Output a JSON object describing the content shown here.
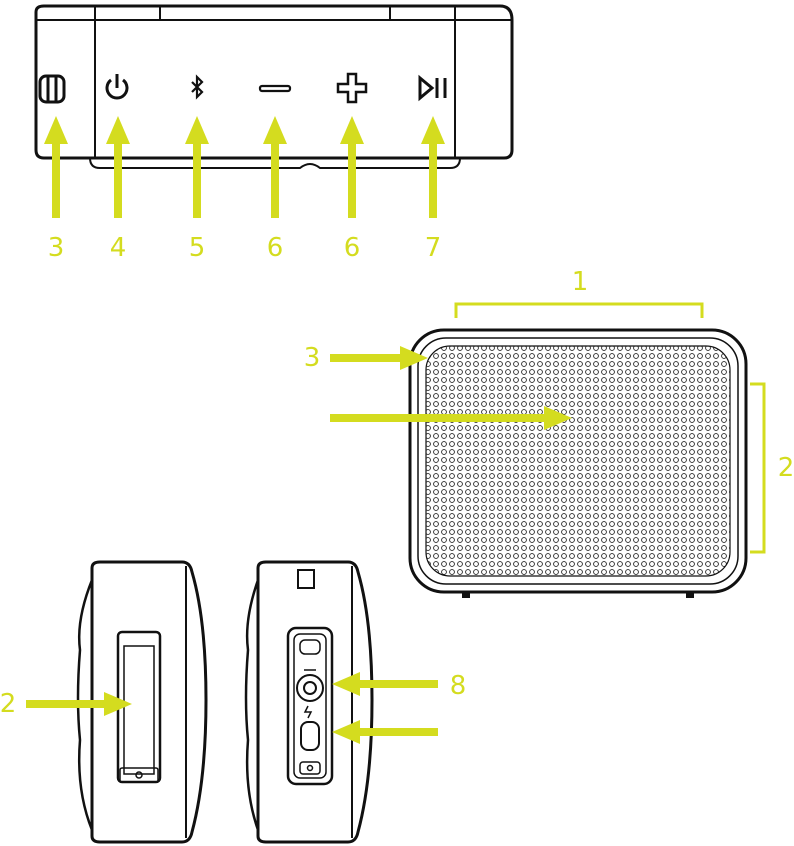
{
  "accent_color": "#d4dc1f",
  "line_color": "#111111",
  "top_view": {
    "buttons": [
      {
        "icon": "lanyard-slot-icon"
      },
      {
        "icon": "power-icon"
      },
      {
        "icon": "bluetooth-icon"
      },
      {
        "icon": "minus-icon"
      },
      {
        "icon": "plus-icon"
      },
      {
        "icon": "play-pause-icon"
      }
    ],
    "labels": [
      "3",
      "4",
      "5",
      "6",
      "6",
      "7"
    ]
  },
  "front_view": {
    "width_label": "1",
    "height_label": "2",
    "corner_label": "3"
  },
  "back_view": {
    "strap_label": "2"
  },
  "side_view": {
    "audio_port_label": "8"
  }
}
